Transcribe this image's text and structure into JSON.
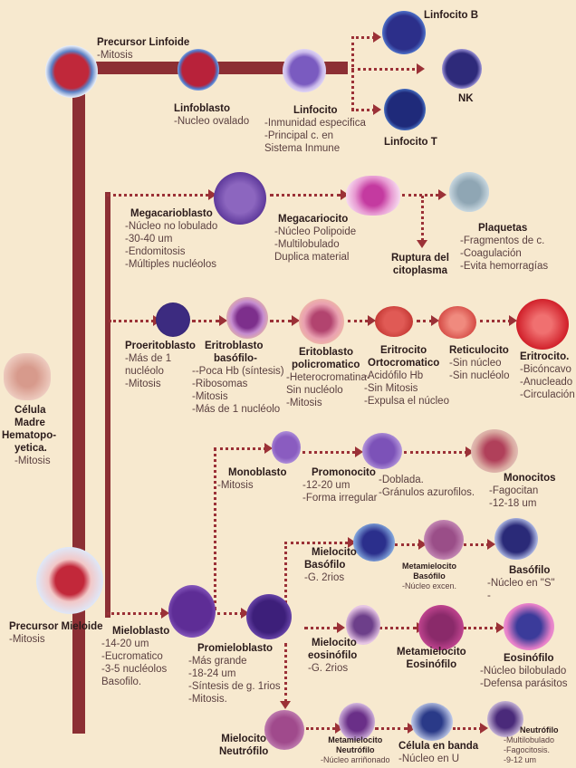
{
  "hsc": {
    "title_lines": [
      "Célula",
      "Madre",
      "Hematopo-",
      "yetica."
    ],
    "desc": "-Mitosis"
  },
  "lymph": {
    "precursor": {
      "title": "Precursor Linfoide",
      "desc": "-Mitosis"
    },
    "linfoblasto": {
      "title": "Linfoblasto",
      "desc": "-Nucleo ovalado"
    },
    "linfocito": {
      "title": "Linfocito",
      "desc": [
        "-Inmunidad especifica",
        "-Principal c. en",
        "Sistema Inmune"
      ]
    },
    "b": {
      "title": "Linfocito B"
    },
    "nk": {
      "title": "NK"
    },
    "t": {
      "title": "Linfocito T"
    }
  },
  "mega": {
    "megacarioblasto": {
      "title": "Megacarioblasto",
      "desc": [
        "-Núcleo no lobulado",
        "-30-40 um",
        "-Endomitosis",
        "-Múltiples nucléolos"
      ]
    },
    "megacariocito": {
      "title": "Megacariocito",
      "desc": [
        "-Núcleo Polipoide",
        "-Multilobulado",
        "Duplica material"
      ]
    },
    "ruptura": {
      "title_lines": [
        "Ruptura del",
        "citoplasma"
      ]
    },
    "plaquetas": {
      "title": "Plaquetas",
      "desc": [
        "-Fragmentos de c.",
        "-Coagulación",
        "-Evita hemorragías"
      ]
    }
  },
  "ery": {
    "proeritroblasto": {
      "title": "Proeritoblasto",
      "desc": [
        "-Más de 1",
        "nucléolo",
        "-Mitosis"
      ]
    },
    "basofilo": {
      "title_lines": [
        "Eritroblasto",
        "basófilo-"
      ],
      "desc": [
        "--Poca Hb (síntesis)",
        "-Ribosomas",
        "-Mitosis",
        "-Más de 1 nucléolo"
      ]
    },
    "policromatico": {
      "title_lines": [
        "Eritoblasto",
        "policromatico"
      ],
      "desc": [
        "-Heterocromatina-",
        "Sin nucléolo",
        "-Mitosis"
      ]
    },
    "ortocromatico": {
      "title_lines": [
        "Eritrocito",
        "Ortocromatico"
      ],
      "desc": [
        "-Acidófilo Hb",
        "-Sin Mitosis",
        "-Expulsa el núcleo"
      ]
    },
    "reticulocito": {
      "title": "Reticulocito",
      "desc": [
        "-Sin núcleo",
        "-Sin nucléolo"
      ]
    },
    "eritrocito": {
      "title": "Eritrocito.",
      "desc": [
        "-Bicóncavo",
        "-Anucleado",
        "-Circulación"
      ]
    }
  },
  "mono": {
    "monoblasto": {
      "title": "Monoblasto",
      "desc": "-Mitosis"
    },
    "promonocito": {
      "title": "Promonocito",
      "desc": [
        "-Doblada.",
        "-Gránulos azurofilos.",
        "-12-20 um",
        "-Forma irregular"
      ]
    },
    "monocitos": {
      "title": "Monocitos",
      "desc": [
        "-Fagocitan",
        "-12-18 um"
      ]
    }
  },
  "myeloid": {
    "precursor": {
      "title": "Precursor Mieloide",
      "desc": "-Mitosis"
    },
    "mieloblasto": {
      "title": "Mieloblasto",
      "desc": [
        "-14-20 um",
        "-Eucromatico",
        "-3-5 nucléolos",
        "Basofilo."
      ]
    },
    "promielocito": {
      "title": "Promieloblasto",
      "desc": [
        "-Más grande",
        "-18-24 um",
        "-Síntesis de g. 1rios",
        "-Mitosis."
      ]
    },
    "mielocito_baso": {
      "title_lines": [
        "Mielocito",
        "Basófilo"
      ],
      "desc": "-G. 2rios"
    },
    "meta_baso": {
      "title_lines": [
        "Metamielocito",
        "Basófilo"
      ],
      "desc": "-Núcleo excen."
    },
    "basofilo": {
      "title": "Basófilo",
      "desc": [
        "-Núcleo en \"S\"",
        "-"
      ]
    },
    "mielocito_eos": {
      "title_lines": [
        "Mielocito",
        "eosinófilo"
      ],
      "desc": "-G. 2rios"
    },
    "meta_eos": {
      "title_lines": [
        "Metamielocito",
        "Eosinófilo"
      ]
    },
    "eosinofilo": {
      "title": "Eosinófilo",
      "desc": [
        "-Núcleo bilobulado",
        "-Defensa parásitos"
      ]
    },
    "mielocito_neu": {
      "title_lines": [
        "Mielocito",
        "Neutrófilo"
      ]
    },
    "meta_neu": {
      "title_lines": [
        "Metamielocito",
        "Neutrófilo"
      ],
      "desc": "-Núcleo arriñonado"
    },
    "banda": {
      "title": "Célula en banda",
      "desc": "-Núcleo en U"
    },
    "neutrofilo": {
      "title": "Neutrófilo",
      "desc": [
        "-Multilobulado",
        "-Fagocitosis.",
        "-9-12 um"
      ]
    }
  },
  "colors": {
    "bar": "#8c2f34",
    "bg": "#f7e9cf"
  }
}
